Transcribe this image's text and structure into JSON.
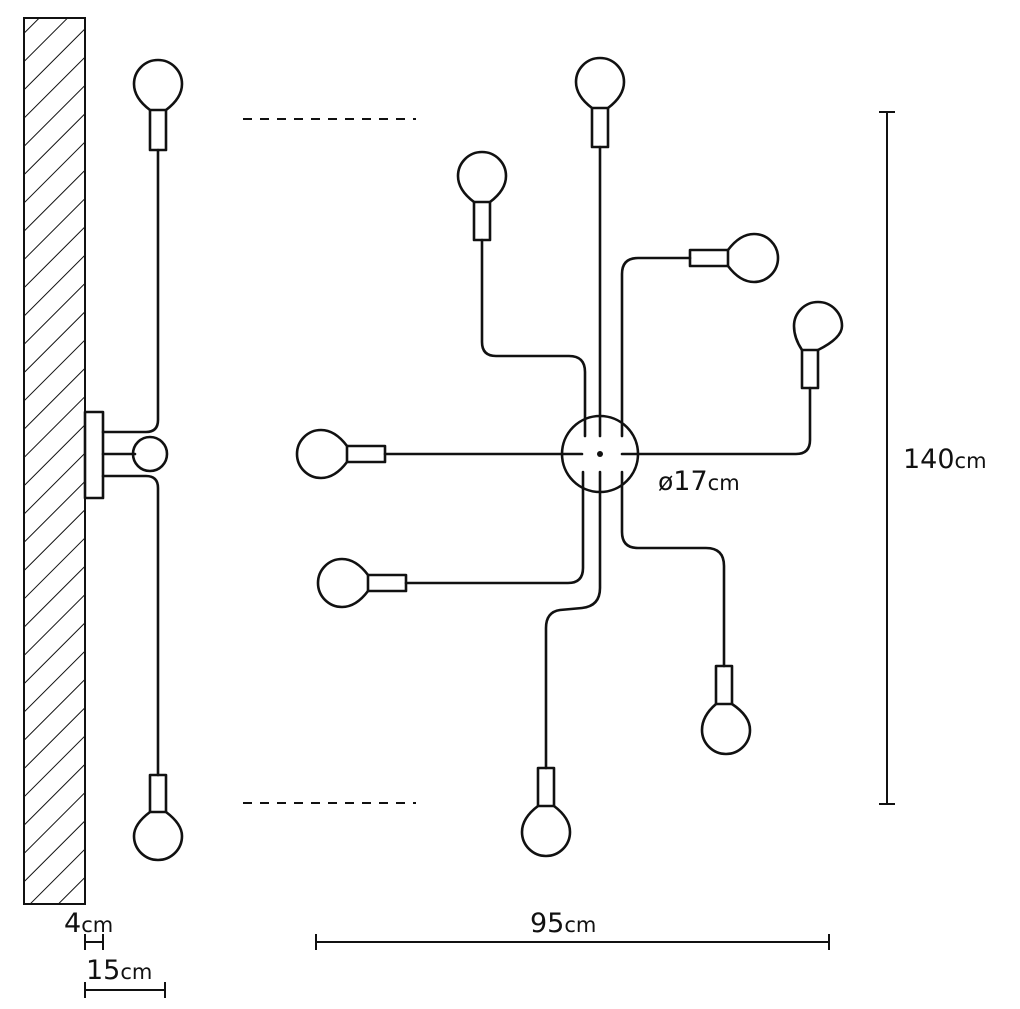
{
  "dimensions": {
    "height": {
      "value": "140",
      "unit": "cm"
    },
    "width": {
      "value": "95",
      "unit": "cm"
    },
    "canopy_diameter": {
      "prefix": "ø",
      "value": "17",
      "unit": "cm"
    },
    "canopy_depth": {
      "value": "4",
      "unit": "cm"
    },
    "total_depth": {
      "value": "15",
      "unit": "cm"
    }
  },
  "colors": {
    "line": "#111111",
    "background": "#ffffff"
  },
  "views": [
    "side-view",
    "front-view"
  ]
}
